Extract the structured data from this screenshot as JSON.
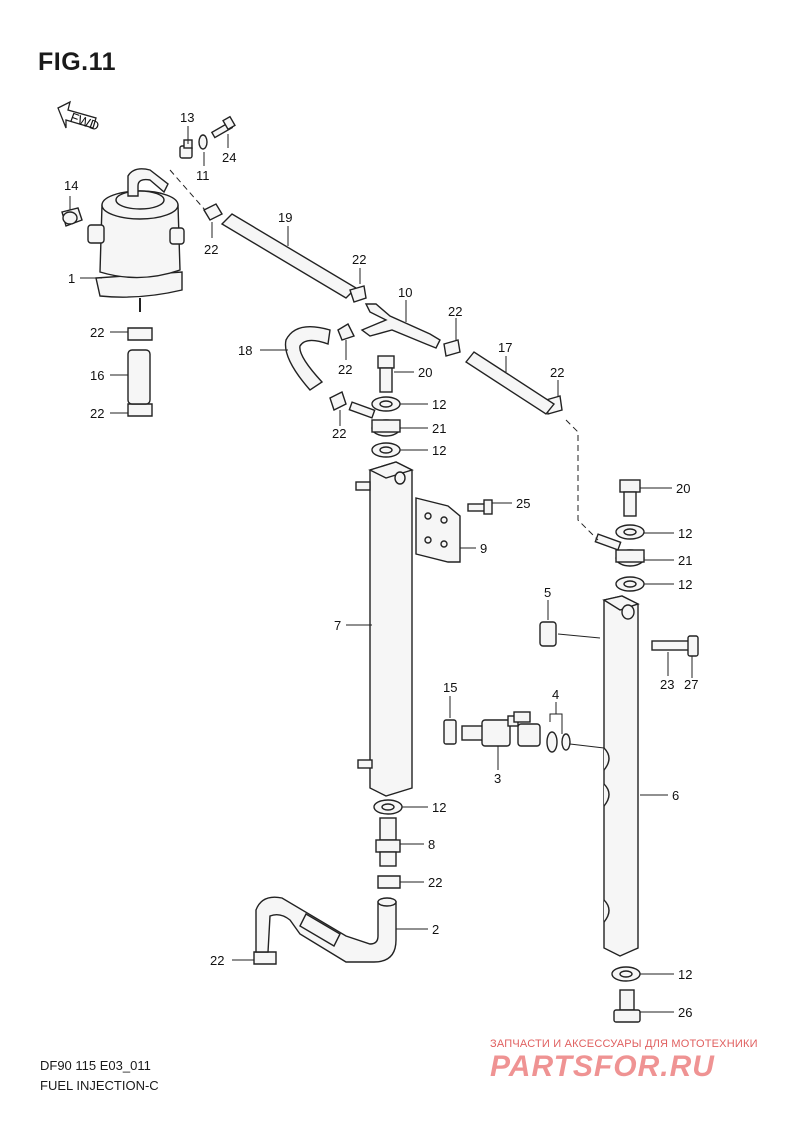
{
  "figure": {
    "title": "FIG.11"
  },
  "footer": {
    "code": "DF90 115 E03_011",
    "name": "FUEL INJECTION-C"
  },
  "fwd_label": "FWD",
  "watermark": {
    "line1": "ЗАПЧАСТИ И АКСЕССУАРЫ ДЛЯ МОТОТЕХНИКИ",
    "line2": "PARTSFOR.RU"
  },
  "labels": {
    "l1": "1",
    "l2": "2",
    "l3": "3",
    "l4": "4",
    "l5": "5",
    "l6": "6",
    "l7": "7",
    "l8": "8",
    "l9": "9",
    "l10": "10",
    "l11": "11",
    "l12a": "12",
    "l12b": "12",
    "l12c": "12",
    "l12d": "12",
    "l12e": "12",
    "l12f": "12",
    "l13": "13",
    "l14": "14",
    "l15": "15",
    "l16": "16",
    "l17": "17",
    "l18": "18",
    "l19": "19",
    "l20a": "20",
    "l20b": "20",
    "l21a": "21",
    "l21b": "21",
    "l22a": "22",
    "l22b": "22",
    "l22c": "22",
    "l22d": "22",
    "l22e": "22",
    "l22f": "22",
    "l22g": "22",
    "l22h": "22",
    "l22i": "22",
    "l22j": "22",
    "l23": "23",
    "l24": "24",
    "l25": "25",
    "l26": "26",
    "l27": "27"
  }
}
